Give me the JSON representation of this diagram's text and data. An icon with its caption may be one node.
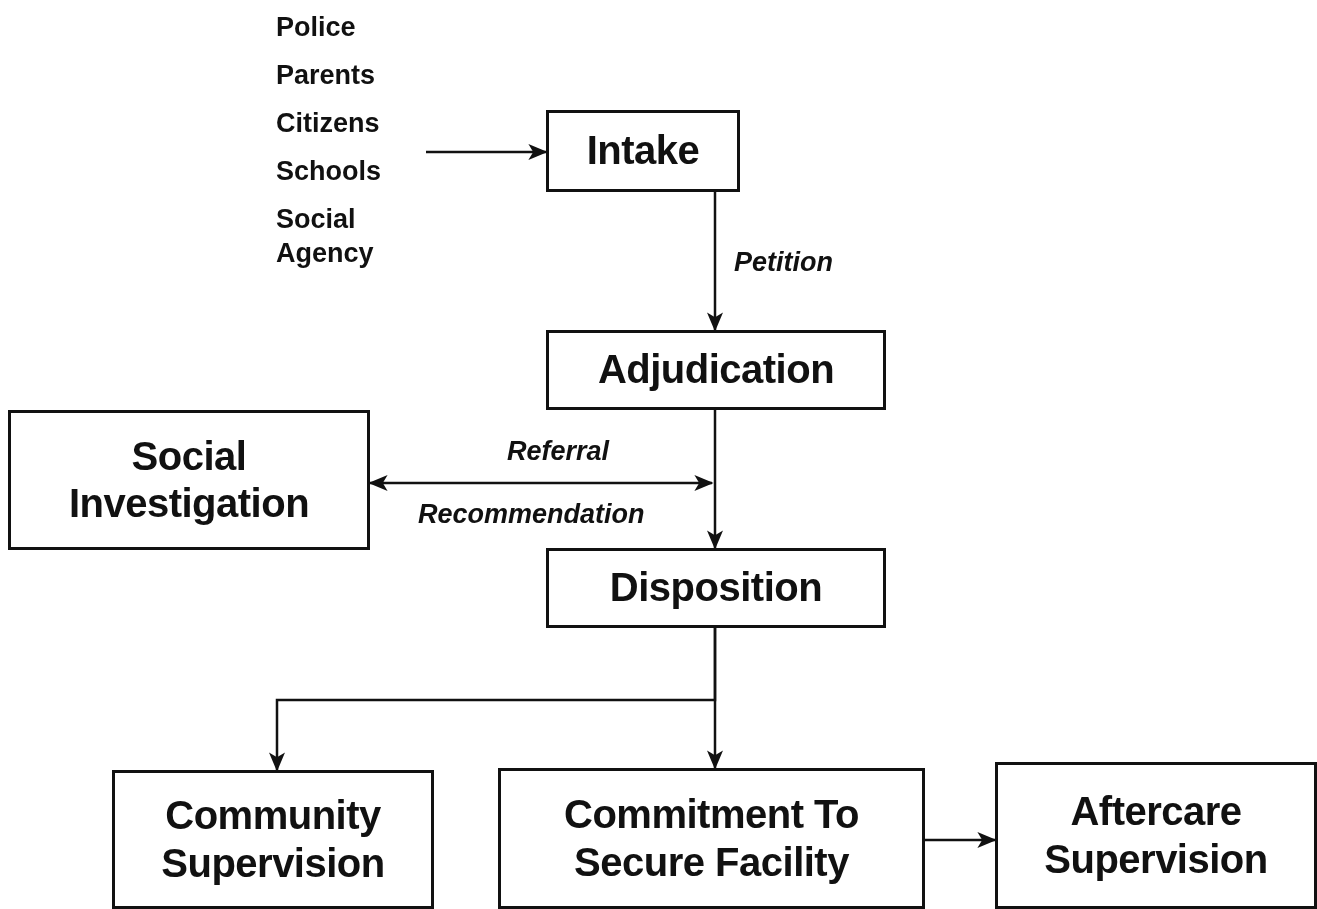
{
  "diagram": {
    "nodes": [
      {
        "text": [
          "Police",
          "Parents",
          "Citizens",
          "Schools",
          "Social Agency"
        ]
      },
      {
        "text": [
          "Intake"
        ]
      },
      {
        "text": [
          "Adjudication"
        ]
      },
      {
        "text": [
          "Social Investigation"
        ]
      },
      {
        "text": [
          "Disposition"
        ]
      },
      {
        "text": [
          "Community Supervision"
        ]
      },
      {
        "text": [
          "Commitment To Secure Facility"
        ]
      },
      {
        "text": [
          "Aftercare Supervision"
        ]
      }
    ],
    "edges": [
      {
        "from": 0,
        "to": 1,
        "arrow": "to"
      },
      {
        "from": 1,
        "to": 2,
        "arrow": "to",
        "label": "Petition"
      },
      {
        "from": 3,
        "to": null,
        "arrow": "both",
        "label": "Referral"
      },
      {
        "from": 2,
        "to": 4,
        "arrow": "to"
      },
      {
        "from": 4,
        "to": 5,
        "arrow": "to"
      },
      {
        "from": 4,
        "to": 6,
        "arrow": "to"
      },
      {
        "from": 6,
        "to": 7,
        "arrow": "to"
      }
    ],
    "labels": [
      "Recommendation"
    ]
  }
}
